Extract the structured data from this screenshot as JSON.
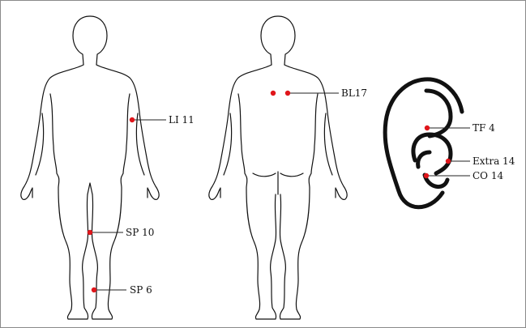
{
  "figures": {
    "front_view": {
      "points": [
        {
          "code": "LI 11"
        },
        {
          "code": "SP 10"
        },
        {
          "code": "SP 6"
        }
      ]
    },
    "back_view": {
      "points": [
        {
          "code": "BL17"
        }
      ]
    },
    "ear_view": {
      "points": [
        {
          "code": "TF 4"
        },
        {
          "code": "Extra 14"
        },
        {
          "code": "CO 14"
        }
      ]
    }
  },
  "colors": {
    "point": "#e0161b",
    "outline": "#111111",
    "leader_line": "#222222",
    "frame_border": "#8a8a8a"
  }
}
